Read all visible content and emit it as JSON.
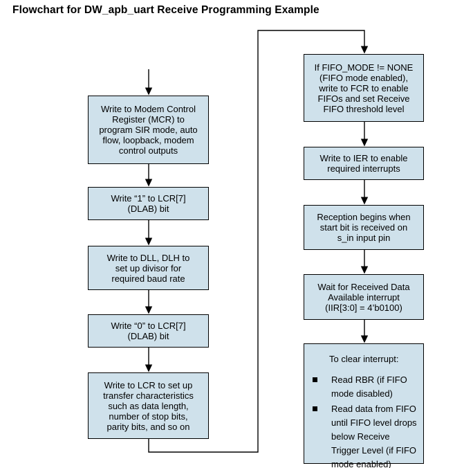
{
  "title": "Flowchart for DW_apb_uart Receive Programming Example",
  "colors": {
    "background": "#ffffff",
    "box-fill": "#cfe1eb",
    "box-border": "#000000",
    "line": "#000000",
    "text": "#000000"
  },
  "diagram": {
    "left_column": [
      {
        "text": "Write to Modem Control\nRegister (MCR) to\nprogram SIR mode, auto\nflow, loopback, modem\ncontrol outputs"
      },
      {
        "text": "Write “1” to LCR[7]\n(DLAB) bit"
      },
      {
        "text": "Write to DLL, DLH to\nset up divisor for\nrequired baud rate"
      },
      {
        "text": "Write “0” to LCR[7]\n(DLAB) bit"
      },
      {
        "text": "Write to LCR to set up\ntransfer characteristics\nsuch as data length,\nnumber of stop bits,\nparity bits, and so on"
      }
    ],
    "right_column": [
      {
        "text": "If FIFO_MODE != NONE\n(FIFO mode enabled),\nwrite to FCR to enable\nFIFOs and set Receive\nFIFO threshold level"
      },
      {
        "text": "Write to IER to enable\nrequired interrupts"
      },
      {
        "text": "Reception begins when\nstart bit is received on\ns_in input pin"
      },
      {
        "text": "Wait for Received Data\nAvailable interrupt\n(IIR[3:0] = 4’b0100)"
      },
      {
        "heading": "To clear interrupt:",
        "bullets": [
          "Read RBR (if FIFO\nmode disabled)",
          "Read data from FIFO\nuntil FIFO level drops\nbelow Receive\nTrigger Level (if FIFO\nmode enabled)"
        ]
      }
    ]
  }
}
